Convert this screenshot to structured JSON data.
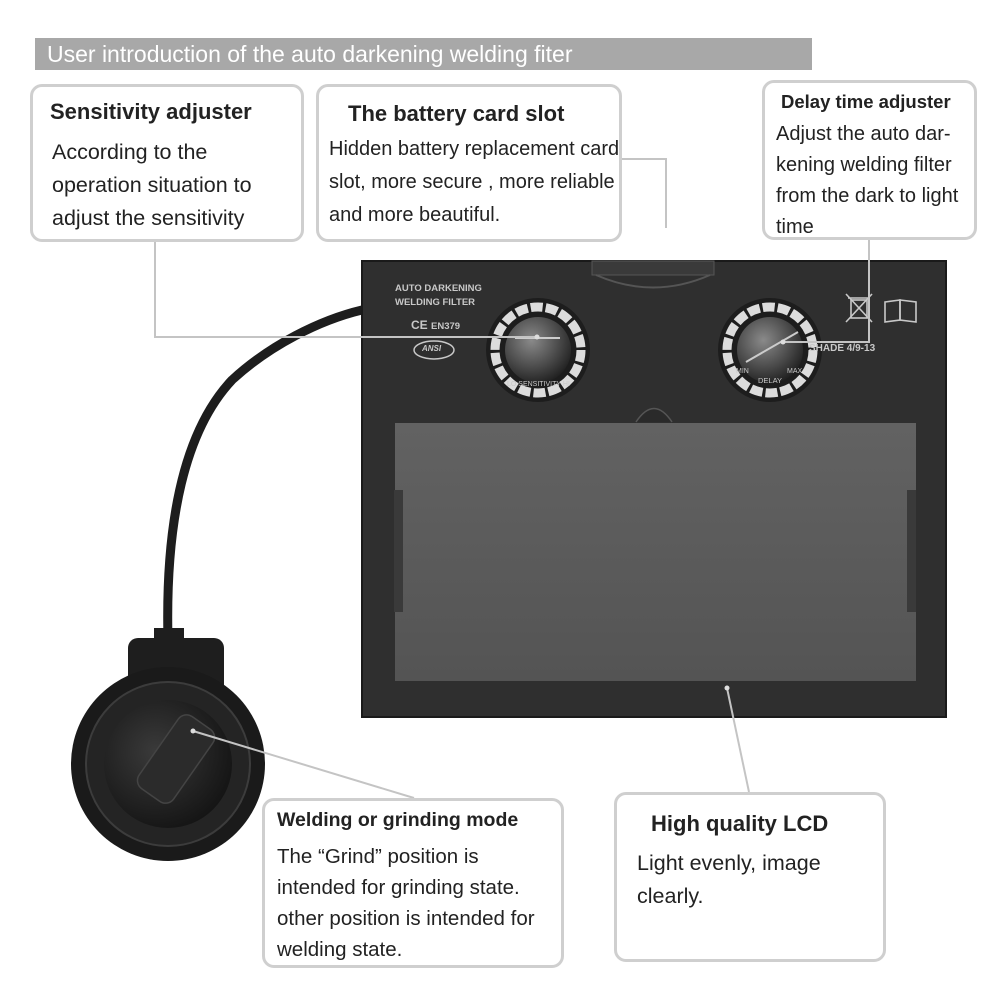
{
  "header": {
    "title": "User introduction of the auto darkening welding fiter"
  },
  "callouts": {
    "sensitivity": {
      "title": "Sensitivity adjuster",
      "body": "According to the operation situation to adjust the sensitivity"
    },
    "battery": {
      "title": "The battery card slot",
      "body": "Hidden battery replacement card slot, more secure , more reliable and more beautiful."
    },
    "delay": {
      "title": "Delay time adjuster",
      "body": "Adjust the auto dar-kening welding filter from the dark to light time"
    },
    "welding_mode": {
      "title": "Welding or grinding mode",
      "body": "The “Grind” position is intended for grinding state. other position is intended for welding state."
    },
    "lcd": {
      "title": "High quality LCD",
      "body": "Light evenly, image clearly."
    }
  },
  "device": {
    "label_line1": "AUTO DARKENING",
    "label_line2": "WELDING FILTER",
    "cert": "EN379",
    "ce_mark": "CE",
    "ansi": "ANSI",
    "shade": "SHADE 4/9-13",
    "sens_knob_text": "LO SENSITIVITY HI",
    "delay_min": "MIN",
    "delay_label": "DELAY",
    "delay_max": "MAX",
    "icons": [
      "crossed-bin-icon",
      "manual-book-icon"
    ]
  },
  "colors": {
    "header_bg": "#a8a8a8",
    "callout_border": "#cfcfcf",
    "device_body": "#2f2f2f",
    "lcd_screen": "#595959"
  }
}
